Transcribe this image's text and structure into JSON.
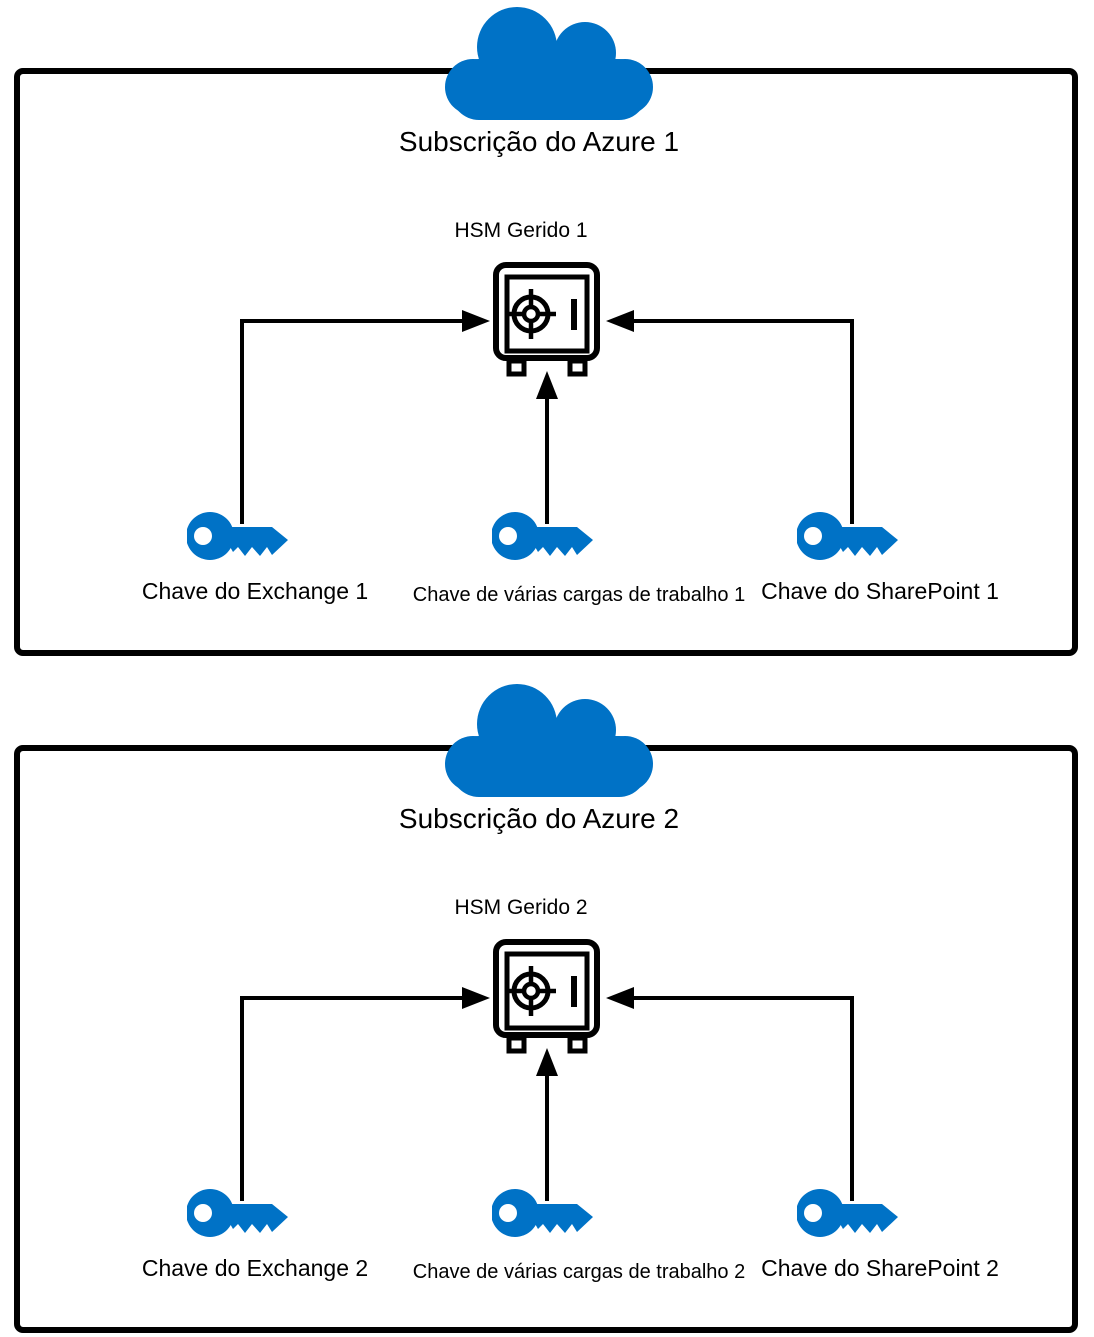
{
  "colors": {
    "azure_blue": "#0072C6",
    "outline_black": "#000000",
    "background_white": "#FFFFFF"
  },
  "icons": {
    "cloud": "azure-cloud-icon",
    "hsm": "hsm-safe-icon",
    "key": "key-icon",
    "arrowhead": "arrowhead-icon"
  },
  "panels": [
    {
      "title": "Subscrição do Azure 1",
      "hsm_label": "HSM Gerido 1",
      "keys": [
        {
          "label": "Chave do Exchange 1"
        },
        {
          "label": "Chave de várias cargas de trabalho 1"
        },
        {
          "label": "Chave do SharePoint 1"
        }
      ]
    },
    {
      "title": "Subscrição do Azure 2",
      "hsm_label": "HSM Gerido 2",
      "keys": [
        {
          "label": "Chave do Exchange 2"
        },
        {
          "label": "Chave de várias cargas de trabalho 2"
        },
        {
          "label": "Chave do SharePoint 2"
        }
      ]
    }
  ]
}
